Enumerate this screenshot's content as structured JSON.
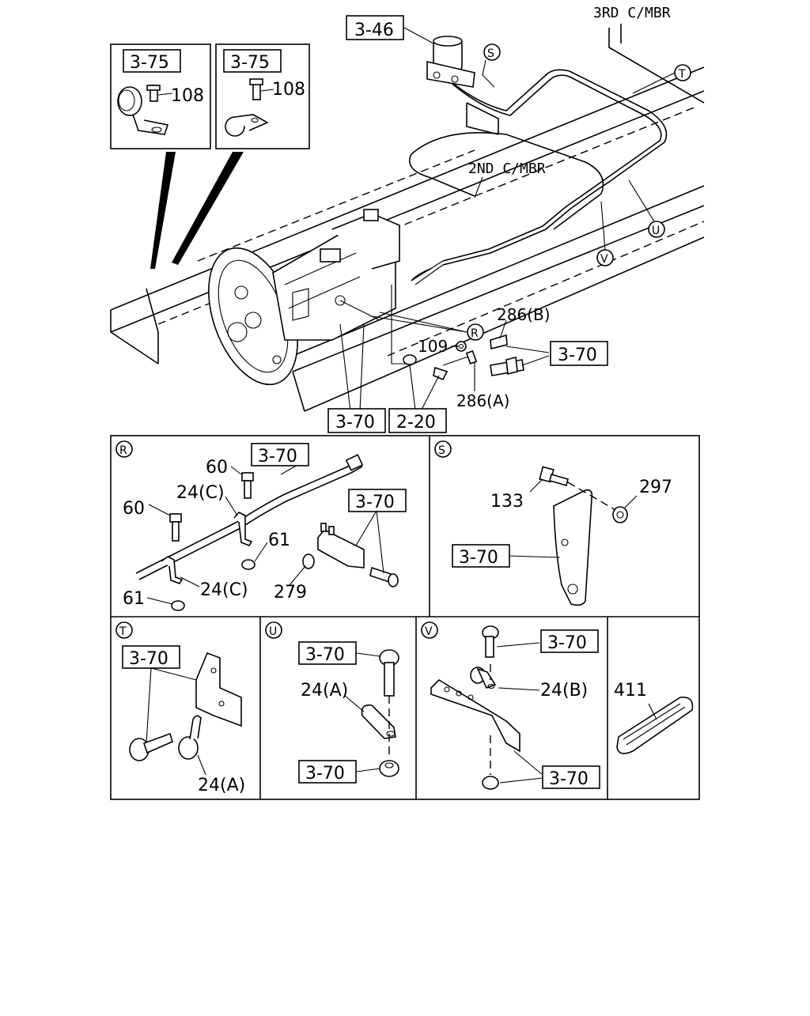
{
  "frame_labels": {
    "third_crossmember": "3RD C/MBR",
    "second_crossmember": "2ND C/MBR"
  },
  "refs": {
    "r_3_46": "3-46",
    "r_3_75": "3-75",
    "r_3_70": "3-70",
    "r_2_20": "2-20"
  },
  "parts": {
    "p108": "108",
    "p109": "109",
    "p286b": "286(B)",
    "p286a": "286(A)",
    "p60": "60",
    "p24c": "24(C)",
    "p61": "61",
    "p279": "279",
    "p133": "133",
    "p297": "297",
    "p24a": "24(A)",
    "p24b": "24(B)",
    "p411": "411"
  },
  "callouts": {
    "R": "R",
    "S": "S",
    "T": "T",
    "U": "U",
    "V": "V"
  }
}
